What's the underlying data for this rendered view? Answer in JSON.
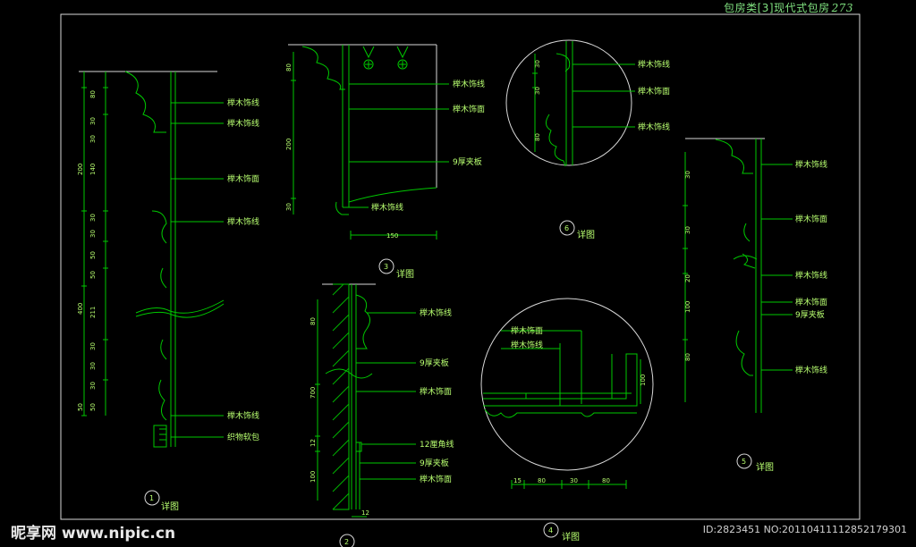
{
  "header": {
    "title": "包房类[3]现代式包房",
    "page": "273"
  },
  "watermark": {
    "site": "昵享网 www.nipic.cn",
    "id": "ID:2823451 NO:20110411112852179301"
  },
  "detail_label": "详图",
  "details": [
    {
      "number": "1",
      "labels": [
        "榉木饰线",
        "榉木饰线",
        "榉木饰面",
        "榉木饰线",
        "榉木饰线",
        "织物软包"
      ],
      "dims": [
        "80",
        "30",
        "30",
        "200",
        "140",
        "30",
        "30",
        "50",
        "50",
        "400",
        "211",
        "30",
        "30",
        "30",
        "50",
        "50"
      ]
    },
    {
      "number": "3",
      "labels": [
        "榉木饰线",
        "榉木饰面",
        "9厚夹板",
        "榉木饰线"
      ],
      "dims": [
        "80",
        "200",
        "30"
      ],
      "bottom_dim": "150"
    },
    {
      "number": "6",
      "labels": [
        "榉木饰线",
        "榉木饰面",
        "榉木饰线"
      ],
      "dims": [
        "30",
        "30",
        "80"
      ]
    },
    {
      "number": "5",
      "labels": [
        "榉木饰线",
        "榉木饰面",
        "榉木饰线",
        "榉木饰面",
        "9厚夹板",
        "榉木饰线"
      ],
      "dims": [
        "30",
        "30",
        "20",
        "100",
        "80"
      ]
    },
    {
      "number": "2",
      "labels": [
        "榉木饰线",
        "9厚夹板",
        "榉木饰面",
        "12厘角线",
        "9厚夹板",
        "榉木饰面"
      ],
      "dims": [
        "80",
        "700",
        "12",
        "100"
      ],
      "bottom_dim": "12"
    },
    {
      "number": "4",
      "labels": [
        "榉木饰面",
        "榉木饰线"
      ],
      "dims": [
        "100"
      ],
      "bottom_dims": [
        "15",
        "80",
        "30",
        "80"
      ]
    }
  ],
  "colors": {
    "background": "#000000",
    "line": "#00c800",
    "text": "#b8ff70",
    "frame": "#d8d8d8"
  }
}
